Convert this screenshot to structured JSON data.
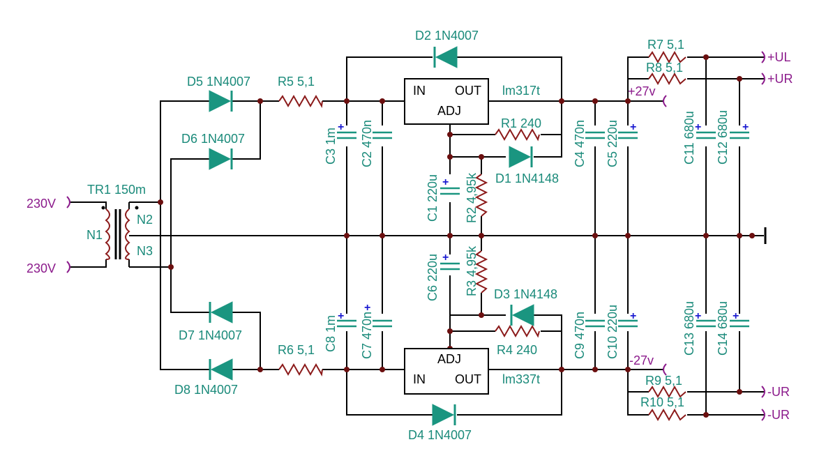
{
  "transformer": {
    "name": "TR1 150m",
    "n1": "N1",
    "n2": "N2",
    "n3": "N3"
  },
  "inputs": {
    "top": "230V",
    "bottom": "230V"
  },
  "diodes": {
    "d2": "D2 1N4007",
    "d5": "D5 1N4007",
    "d6": "D6 1N4007",
    "d7": "D7 1N4007",
    "d8": "D8 1N4007",
    "d4": "D4 1N4007",
    "d1": "D1 1N4148",
    "d3": "D3 1N4148"
  },
  "resistors": {
    "r5": "R5 5,1",
    "r6": "R6 5,1",
    "r1": "R1 240",
    "r4": "R4 240",
    "r2": "R2 4,95k",
    "r3": "R3 4,95k",
    "r7": "R7 5,1",
    "r8": "R8 5,1",
    "r9": "R9 5,1",
    "r10": "R10 5,1"
  },
  "capacitors": {
    "c3": "C3 1m",
    "c2": "C2 470n",
    "c1": "C1 220u",
    "c4": "C4 470n",
    "c5": "C5 220u",
    "c11": "C11 680u",
    "c12": "C12 680u",
    "c8": "C8 1m",
    "c7": "C7 470n",
    "c6": "C6 220u",
    "c9": "C9 470n",
    "c10": "C10 220u",
    "c13": "C13 680u",
    "c14": "C14 680u",
    "plus": "+"
  },
  "regulators": {
    "top": {
      "in": "IN",
      "out": "OUT",
      "adj": "ADJ",
      "name": "lm317t"
    },
    "bottom": {
      "in": "IN",
      "out": "OUT",
      "adj": "ADJ",
      "name": "lm337t"
    }
  },
  "outputs": {
    "ul": "+UL",
    "ur": "+UR",
    "pos27": "+27v",
    "neg27": "-27v",
    "nur1": "-UR",
    "nur2": "-UR"
  }
}
